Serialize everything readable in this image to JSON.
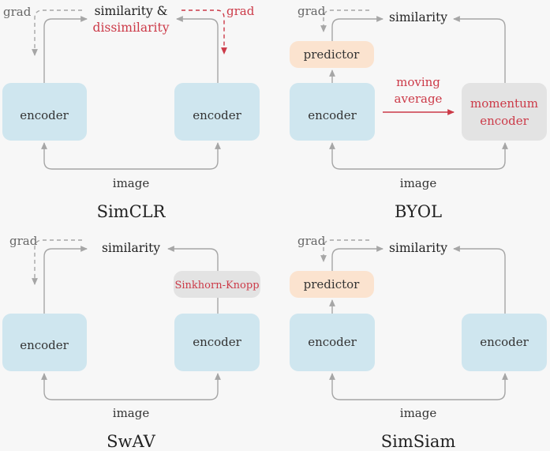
{
  "colors": {
    "encoder_fill": "#cfe6ef",
    "predictor_fill": "#fbe3cf",
    "gray_box_fill": "#e3e3e3",
    "arrow_gray": "#a6a6a6",
    "text_dark": "#333333",
    "accent_red": "#cc3a48"
  },
  "panels": [
    {
      "id": "simclr",
      "title": "SimCLR",
      "grad_label": "grad",
      "similarity_label": "similarity &",
      "dissimilarity_label": "dissimilarity",
      "grad_right_label": "grad",
      "image_label": "image",
      "left_encoder": "encoder",
      "right_encoder": "encoder"
    },
    {
      "id": "byol",
      "title": "BYOL",
      "grad_label": "grad",
      "similarity_label": "similarity",
      "predictor_label": "predictor",
      "image_label": "image",
      "left_encoder": "encoder",
      "momentum_line1": "momentum",
      "momentum_line2": "encoder",
      "moving_line1": "moving",
      "moving_line2": "average"
    },
    {
      "id": "swav",
      "title": "SwAV",
      "grad_label": "grad",
      "similarity_label": "similarity",
      "sinkhorn_label": "Sinkhorn-Knopp",
      "image_label": "image",
      "left_encoder": "encoder",
      "right_encoder": "encoder"
    },
    {
      "id": "simsiam",
      "title": "SimSiam",
      "grad_label": "grad",
      "similarity_label": "similarity",
      "predictor_label": "predictor",
      "image_label": "image",
      "left_encoder": "encoder",
      "right_encoder": "encoder"
    }
  ]
}
